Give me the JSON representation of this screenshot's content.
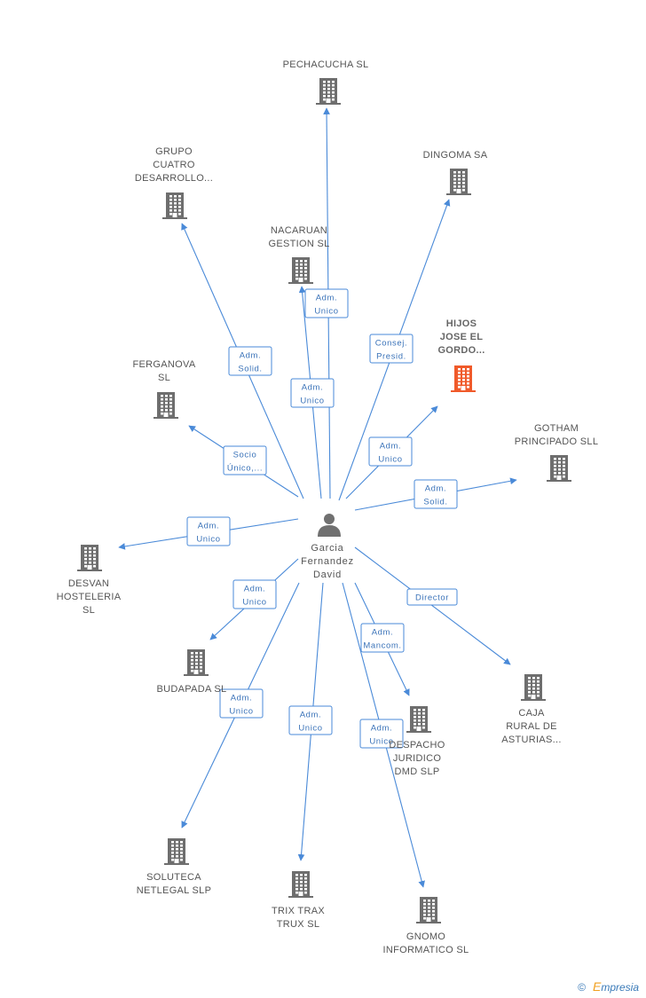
{
  "colors": {
    "edge": "#4a8ad8",
    "building": "#6e6e6e",
    "building_highlight": "#f05a2a",
    "person": "#707070",
    "label": "#555555"
  },
  "center": {
    "name_lines": [
      "Garcia",
      "Fernandez",
      "David"
    ],
    "icon": "person-icon"
  },
  "nodes": [
    {
      "id": "pechacucha",
      "lines": [
        "PECHACUCHA SL"
      ],
      "highlight": false,
      "icon": "building-icon"
    },
    {
      "id": "grupo-cuatro",
      "lines": [
        "GRUPO",
        "CUATRO",
        "DESARROLLO..."
      ],
      "highlight": false,
      "icon": "building-icon"
    },
    {
      "id": "dingoma",
      "lines": [
        "DINGOMA SA"
      ],
      "highlight": false,
      "icon": "building-icon"
    },
    {
      "id": "nacaruan",
      "lines": [
        "NACARUAN",
        "GESTION SL"
      ],
      "highlight": false,
      "icon": "building-icon"
    },
    {
      "id": "hijos-jose",
      "lines": [
        "HIJOS",
        "JOSE EL",
        "GORDO..."
      ],
      "highlight": true,
      "icon": "building-icon"
    },
    {
      "id": "ferganova",
      "lines": [
        "FERGANOVA",
        "SL"
      ],
      "highlight": false,
      "icon": "building-icon"
    },
    {
      "id": "gotham",
      "lines": [
        "GOTHAM",
        "PRINCIPADO SLL"
      ],
      "highlight": false,
      "icon": "building-icon"
    },
    {
      "id": "desvan",
      "lines": [
        "DESVAN",
        "HOSTELERIA",
        "SL"
      ],
      "highlight": false,
      "icon": "building-icon"
    },
    {
      "id": "budapada",
      "lines": [
        "BUDAPADA SL"
      ],
      "highlight": false,
      "icon": "building-icon"
    },
    {
      "id": "caja-rural",
      "lines": [
        "CAJA",
        "RURAL DE",
        "ASTURIAS..."
      ],
      "highlight": false,
      "icon": "building-icon"
    },
    {
      "id": "despacho",
      "lines": [
        "DESPACHO",
        "JURIDICO",
        "DMD SLP"
      ],
      "highlight": false,
      "icon": "building-icon"
    },
    {
      "id": "soluteca",
      "lines": [
        "SOLUTECA",
        "NETLEGAL SLP"
      ],
      "highlight": false,
      "icon": "building-icon"
    },
    {
      "id": "trix-trax",
      "lines": [
        "TRIX TRAX",
        "TRUX SL"
      ],
      "highlight": false,
      "icon": "building-icon"
    },
    {
      "id": "gnomo",
      "lines": [
        "GNOMO",
        "INFORMATICO SL"
      ],
      "highlight": false,
      "icon": "building-icon"
    }
  ],
  "edges": [
    {
      "to": "pechacucha",
      "lines": [
        "Adm.",
        "Unico"
      ]
    },
    {
      "to": "grupo-cuatro",
      "lines": [
        "Adm.",
        "Solid."
      ]
    },
    {
      "to": "dingoma",
      "lines": [
        "Consej.",
        "Presid."
      ]
    },
    {
      "to": "nacaruan",
      "lines": [
        "Adm.",
        "Unico"
      ]
    },
    {
      "to": "hijos-jose",
      "lines": [
        "Adm.",
        "Unico"
      ]
    },
    {
      "to": "ferganova",
      "lines": [
        "Socio",
        "Único,..."
      ]
    },
    {
      "to": "gotham",
      "lines": [
        "Adm.",
        "Solid."
      ]
    },
    {
      "to": "desvan",
      "lines": [
        "Adm.",
        "Unico"
      ]
    },
    {
      "to": "budapada",
      "lines": [
        "Adm.",
        "Unico"
      ]
    },
    {
      "to": "caja-rural",
      "lines": [
        "Director"
      ]
    },
    {
      "to": "despacho",
      "lines": [
        "Adm.",
        "Mancom."
      ]
    },
    {
      "to": "soluteca",
      "lines": [
        "Adm.",
        "Unico"
      ]
    },
    {
      "to": "trix-trax",
      "lines": [
        "Adm.",
        "Unico"
      ]
    },
    {
      "to": "gnomo",
      "lines": [
        "Adm.",
        "Unico"
      ]
    }
  ],
  "watermark": {
    "copyright": "©",
    "brand_initial": "E",
    "brand_rest": "mpresia"
  }
}
